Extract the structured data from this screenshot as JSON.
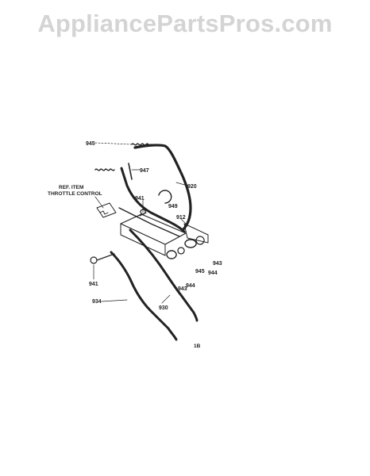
{
  "watermark": {
    "text": "AppliancePartsPros.com"
  },
  "diagram": {
    "ref_note_line1": "REF. ITEM",
    "ref_note_line2": "THROTTLE CONTROL",
    "footer_mark": "1B",
    "callouts": {
      "c945": "945",
      "c947": "947",
      "c920": "920",
      "c949": "949",
      "c941a": "941",
      "c912": "912",
      "c943a": "943",
      "c944a": "944",
      "c945b": "945",
      "c944b": "944",
      "c943b": "943",
      "c941b": "941",
      "c934": "934",
      "c930": "930"
    }
  }
}
